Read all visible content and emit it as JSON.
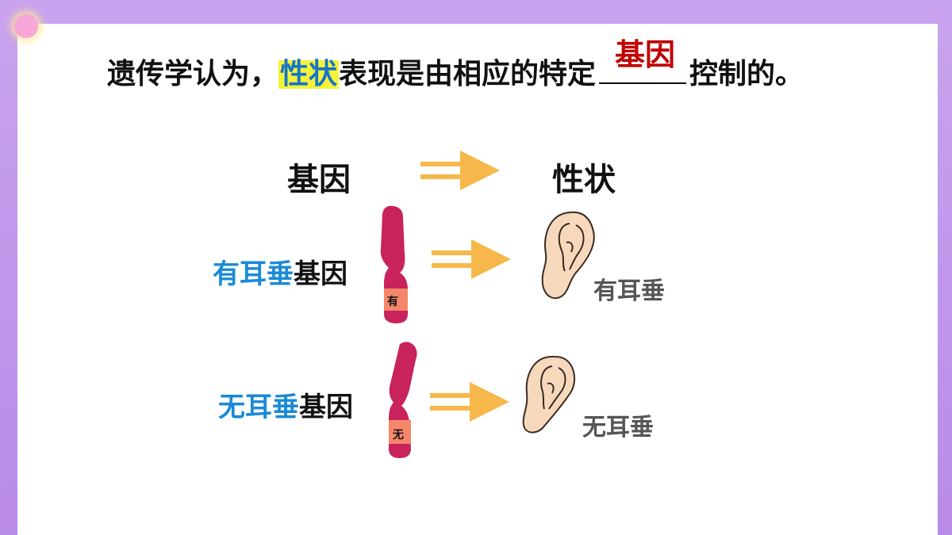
{
  "title": {
    "prefix": "遗传学认为，",
    "highlight": "性状",
    "middle": "表现是由相应的特定",
    "answer": "基因",
    "suffix": "控制的。"
  },
  "header": {
    "gene": "基因",
    "trait": "性状"
  },
  "rows": [
    {
      "gene_label_colored": "有耳垂",
      "gene_label_plain": "基因",
      "band_label": "有",
      "trait_label": "有耳垂"
    },
    {
      "gene_label_colored": "无耳垂",
      "gene_label_plain": "基因",
      "band_label": "无",
      "trait_label": "无耳垂"
    }
  ],
  "colors": {
    "background_frame": "#c9a3ee",
    "chromosome": "#c8235c",
    "band": "#f4876a",
    "arrow": "#f6b84a",
    "gene_label_blue": "#1b8ad6",
    "answer_red": "#c00000",
    "highlight_yellow": "#f3f33a"
  }
}
